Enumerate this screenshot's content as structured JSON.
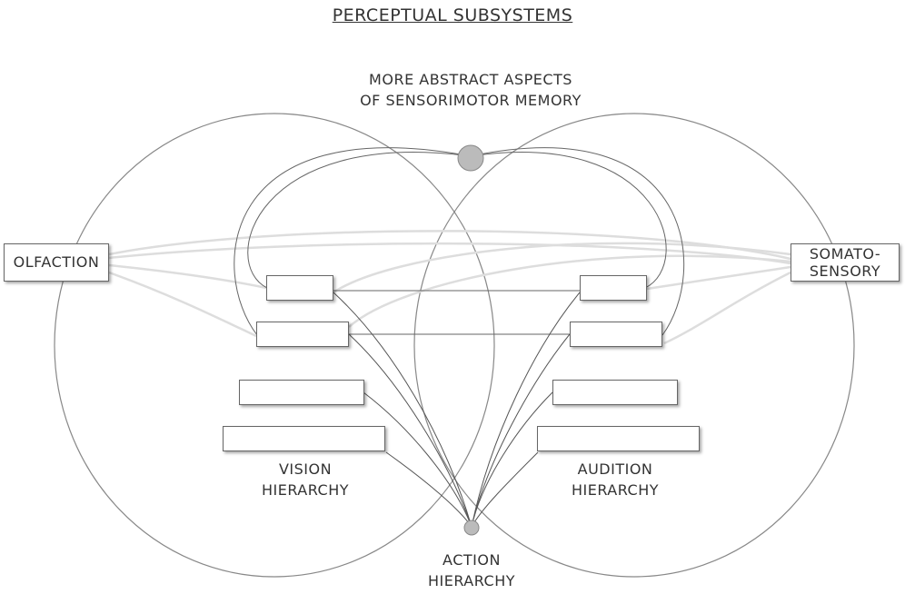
{
  "title": "PERCEPTUAL SUBSYSTEMS",
  "top_label": {
    "line1": "MORE ABSTRACT ASPECTS",
    "line2": "OF SENSORIMOTOR MEMORY"
  },
  "left_box": "OLFACTION",
  "right_box": {
    "line1": "SOMATO-",
    "line2": "SENSORY"
  },
  "vision_label": {
    "line1": "VISION",
    "line2": "HIERARCHY"
  },
  "audition_label": {
    "line1": "AUDITION",
    "line2": "HIERARCHY"
  },
  "action_label": {
    "line1": "ACTION",
    "line2": "HIERARCHY"
  }
}
